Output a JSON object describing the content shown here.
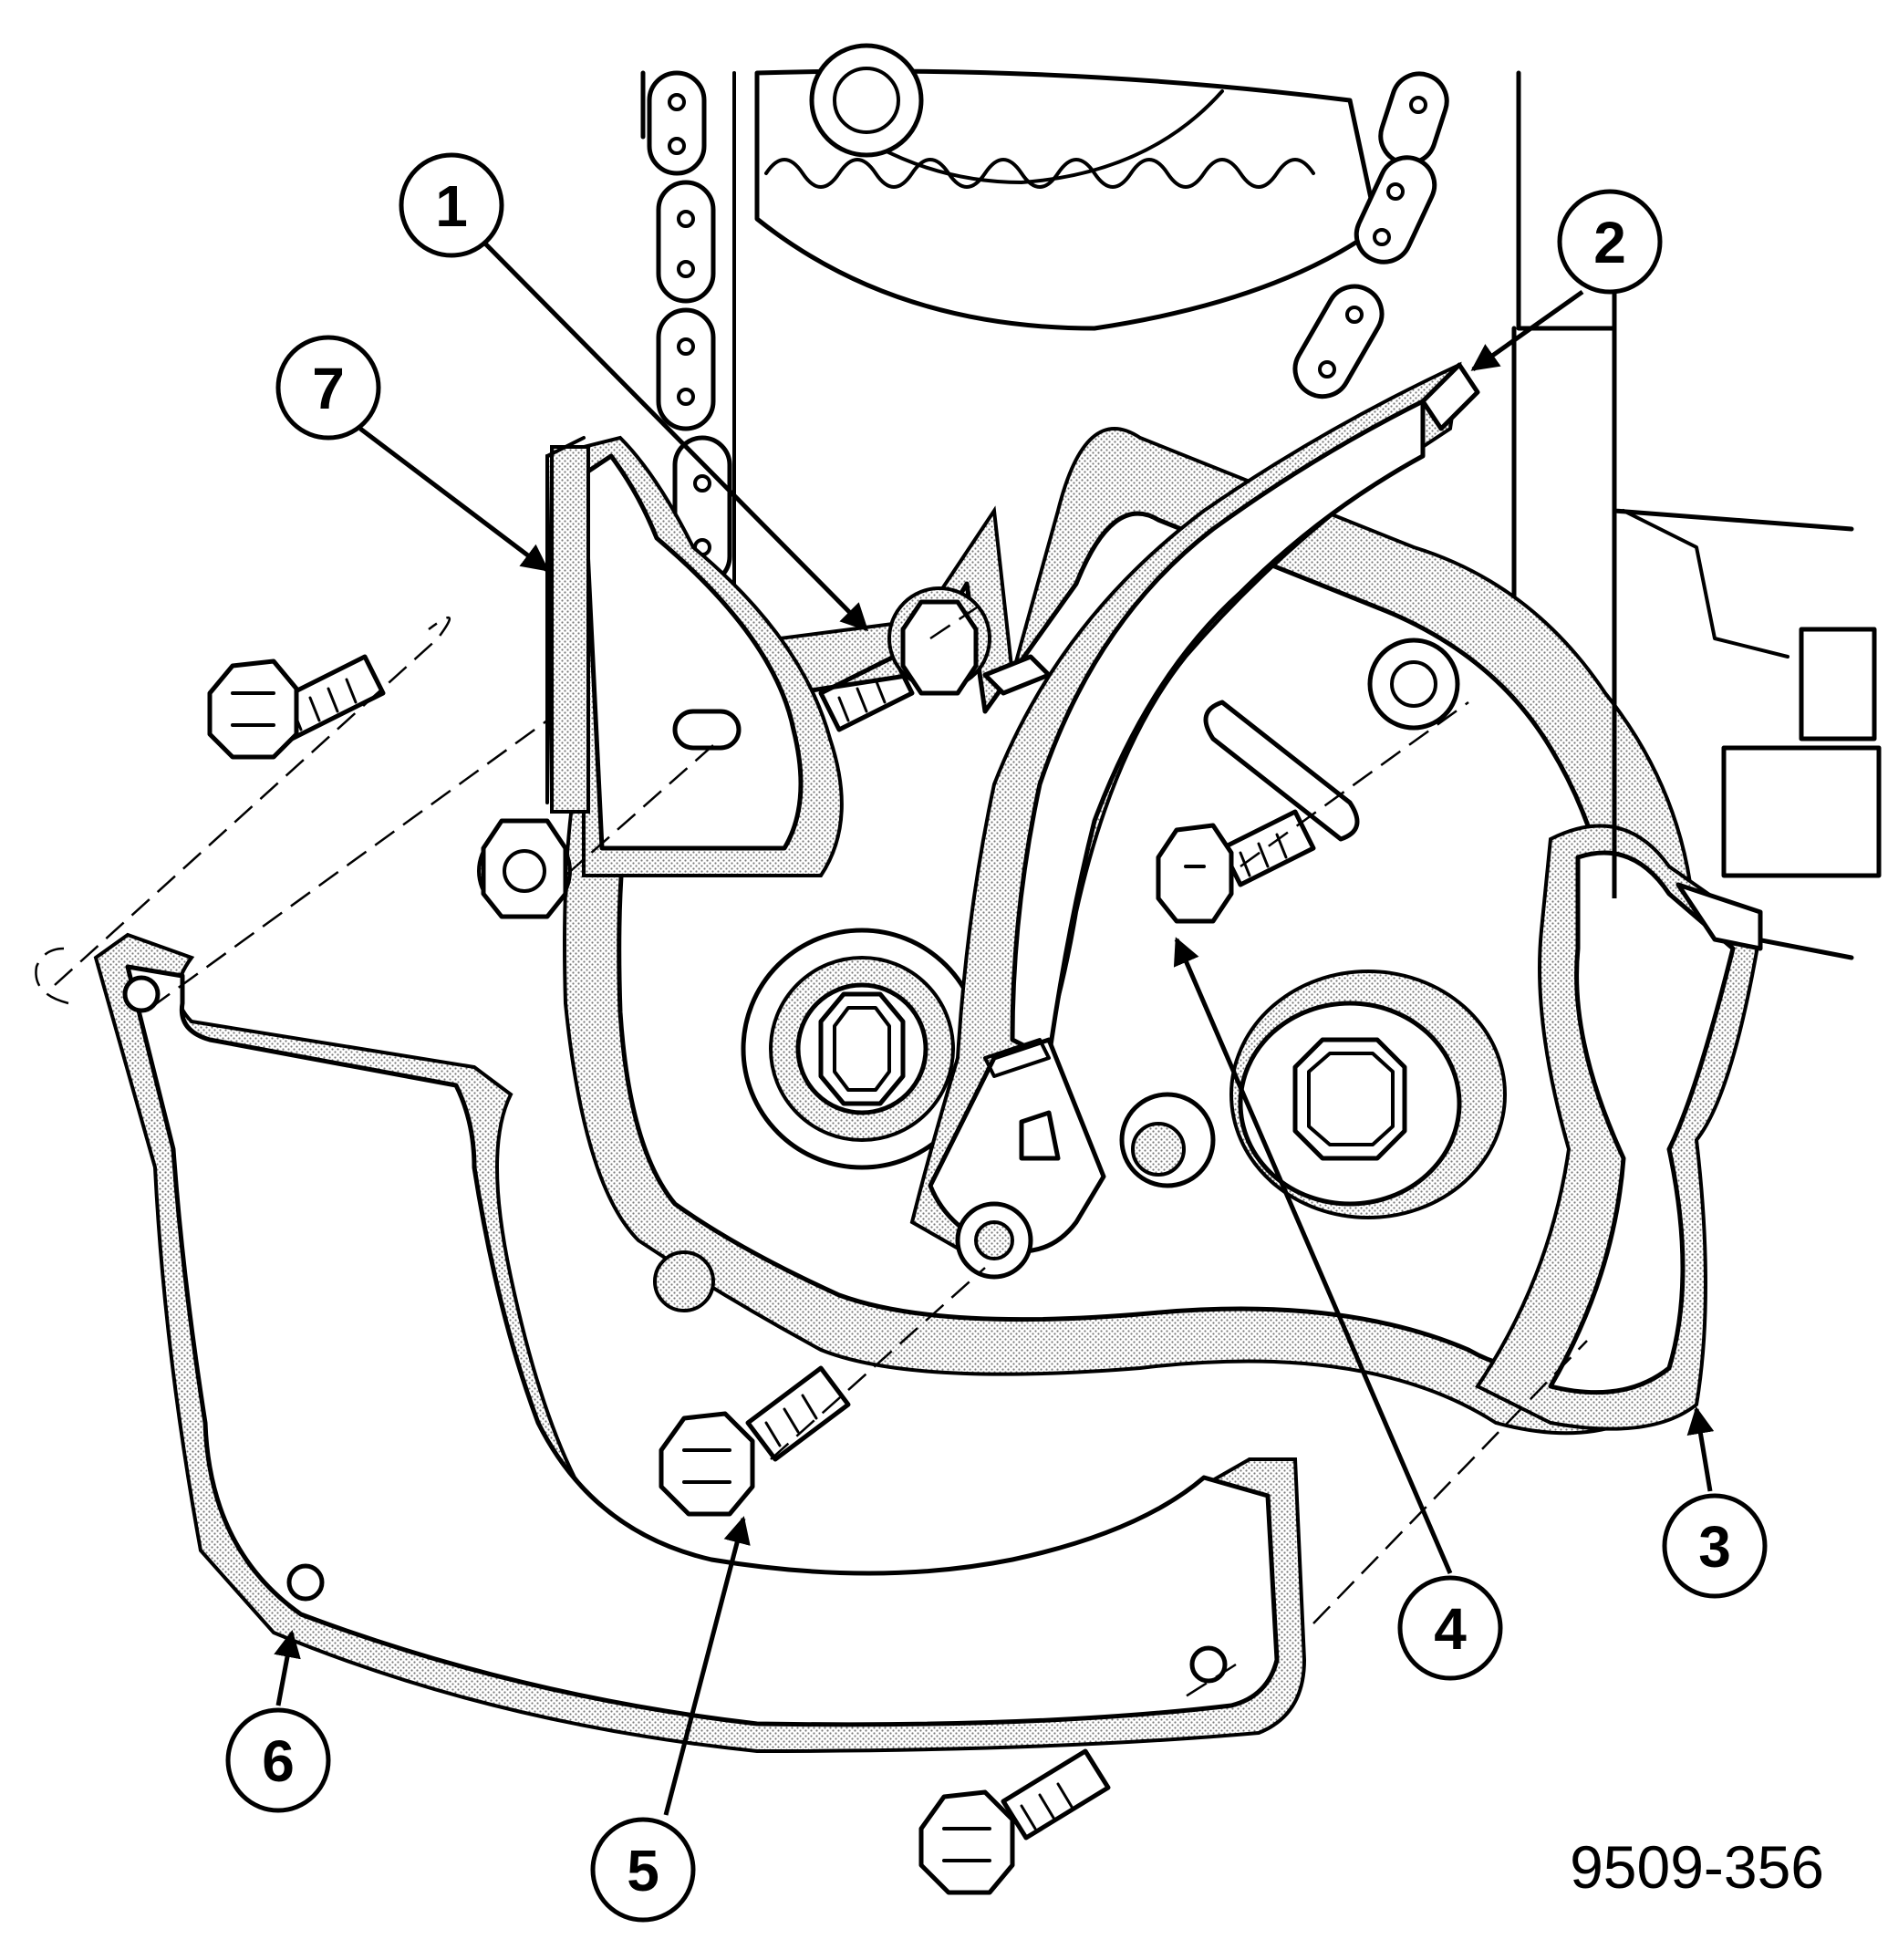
{
  "figure": {
    "id": "9509-356"
  },
  "callouts": [
    {
      "number": "1"
    },
    {
      "number": "2"
    },
    {
      "number": "3"
    },
    {
      "number": "4"
    },
    {
      "number": "5"
    },
    {
      "number": "6"
    },
    {
      "number": "7"
    }
  ],
  "colors": {
    "ink": "#000000",
    "paper": "#ffffff",
    "stipple": "#b8b8b8"
  }
}
